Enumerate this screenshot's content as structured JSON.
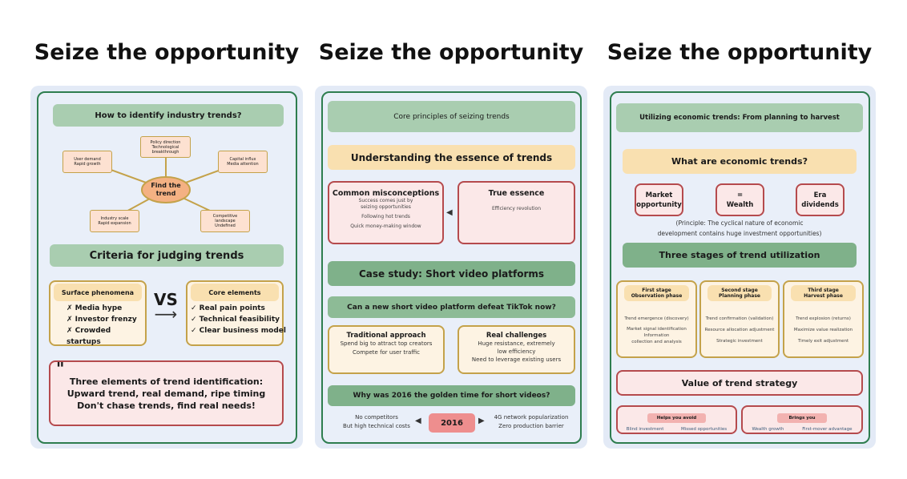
{
  "titles": [
    "Seize the opportunity",
    "Seize the opportunity",
    "Seize the opportunity"
  ],
  "p1": {
    "header": "How to identify industry trends?",
    "center": [
      "Find the",
      "trend"
    ],
    "nodes": {
      "policy": [
        "Policy direction",
        "Technological",
        "breakthrough"
      ],
      "user": [
        "User demand",
        "Rapid growth"
      ],
      "capital": [
        "Capital influx",
        "Media attention"
      ],
      "industry": [
        "Industry scale",
        "Rapid expansion"
      ],
      "competitive": [
        "Competitive",
        "landscape",
        "Undefined"
      ]
    },
    "criteria": "Criteria for judging trends",
    "surface": {
      "title": "Surface phenomena",
      "items": [
        "✗ Media hype",
        "✗ Investor frenzy",
        "✗ Crowded startups"
      ]
    },
    "vs": "VS",
    "arrow": "⟶",
    "core": {
      "title": "Core elements",
      "items": [
        "✓ Real pain points",
        "✓ Technical feasibility",
        "✓ Clear business model"
      ]
    },
    "quote_mark": "\"",
    "quote": [
      "Three elements of trend identification:",
      "Upward trend, real demand, ripe timing",
      "Don't chase trends, find real needs!"
    ]
  },
  "p2": {
    "header": "Core principles of seizing trends",
    "essence": "Understanding the essence of trends",
    "misconceptions": {
      "title": "Common misconceptions",
      "items": [
        "Success comes just by",
        "seizing opportunities",
        "Following hot trends",
        "Quick money-making window"
      ]
    },
    "true": {
      "title": "True essence",
      "items": [
        "Efficiency revolution"
      ]
    },
    "case": "Case study: Short video platforms",
    "question": "Can a new short video platform defeat TikTok now?",
    "traditional": {
      "title": "Traditional approach",
      "items": [
        "Spend big to attract top creators",
        "Compete for user traffic"
      ]
    },
    "challenges": {
      "title": "Real challenges",
      "items": [
        "Huge resistance, extremely",
        "low efficiency",
        "Need to leverage existing users"
      ]
    },
    "why": "Why was 2016 the golden time for short videos?",
    "left": [
      "No competitors",
      "But high technical costs"
    ],
    "year": "2016",
    "right": [
      "4G network popularization",
      "Zero production barrier"
    ]
  },
  "p3": {
    "header": "Utilizing economic trends: From planning to harvest",
    "what": "What are economic trends?",
    "boxes": [
      [
        "Market",
        "opportunity"
      ],
      [
        "=",
        "Wealth"
      ],
      [
        "Era",
        "dividends"
      ]
    ],
    "principle": [
      "(Principle: The cyclical nature of economic",
      "development contains huge investment opportunities)"
    ],
    "three": "Three stages of trend utilization",
    "stages": [
      {
        "title": [
          "First stage",
          "Observation phase"
        ],
        "items": [
          "Trend emergence (discovery)",
          "Market signal identification",
          "Information",
          "collection and analysis"
        ]
      },
      {
        "title": [
          "Second stage",
          "Planning phase"
        ],
        "items": [
          "Trend confirmation (validation)",
          "Resource allocation adjustment",
          "Strategic investment"
        ]
      },
      {
        "title": [
          "Third stage",
          "Harvest phase"
        ],
        "items": [
          "Trend explosion (returns)",
          "Maximize value realization",
          "Timely exit adjustment"
        ]
      }
    ],
    "value": "Value of trend strategy",
    "avoid": {
      "title": "Helps you avoid",
      "items": [
        "Blind investment",
        "Missed opportunities"
      ]
    },
    "brings": {
      "title": "Brings you",
      "items": [
        "Wealth growth",
        "First-mover advantage"
      ]
    }
  }
}
